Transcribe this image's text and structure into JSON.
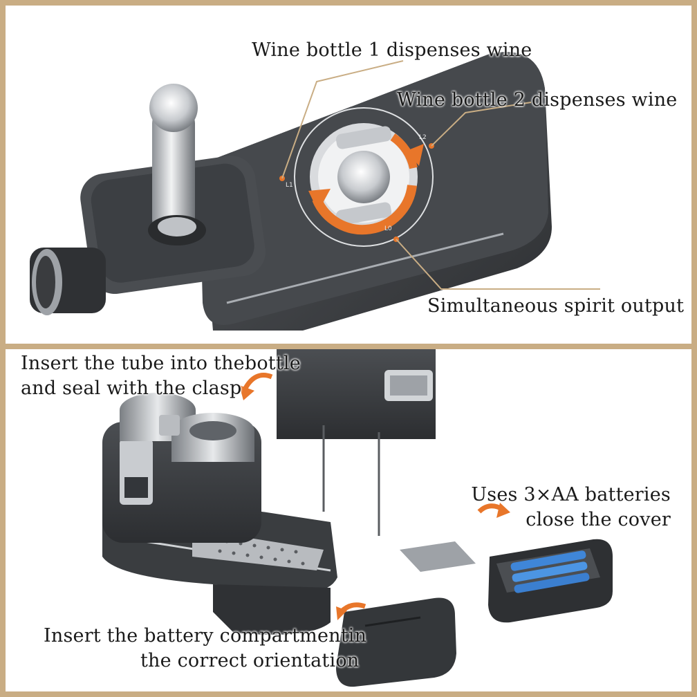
{
  "top_panel": {
    "labels": {
      "bottle1": "Wine bottle 1 dispenses wine",
      "bottle2": "Wine bottle 2 dispenses wine",
      "spirit": "Simultaneous spirit output"
    }
  },
  "bottom_panel": {
    "labels": {
      "tube_line1": "Insert the tube into thebottle",
      "tube_line2": "and seal with the clasp",
      "battery_line1": "Uses 3×AA batteries",
      "battery_line2": "close the cover",
      "compartment_line1": "Insert the battery compartmentin",
      "compartment_line2": "the correct orientation"
    }
  },
  "colors": {
    "frame": "#c9ad84",
    "arrow_orange": "#e8762a",
    "device_dark": "#3a3c3f",
    "leader_line": "#c9ad84"
  },
  "icons": [
    "rotate-arrow-icon",
    "curved-arrow-icon"
  ]
}
